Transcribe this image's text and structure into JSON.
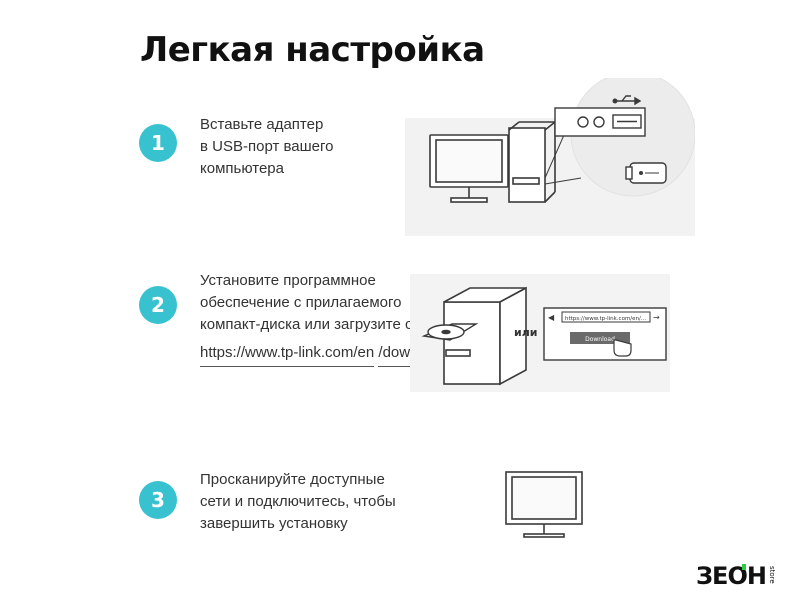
{
  "title": "Легкая настройка",
  "steps": [
    {
      "number": "1",
      "lines": [
        "Вставьте адаптер",
        "в USB-порт вашего",
        "компьютера"
      ]
    },
    {
      "number": "2",
      "lines": [
        "Установите программное",
        "обеспечение с прилагаемого",
        "компакт-диска или загрузите с"
      ],
      "links": [
        "https://www.tp-link.com/en",
        "/download-center.html"
      ],
      "or_label": "или",
      "browser_url": "https://www.tp-link.com/en/...",
      "download_label": "Download"
    },
    {
      "number": "3",
      "lines": [
        "Просканируйте доступные",
        "сети и подключитесь, чтобы",
        "завершить установку"
      ]
    }
  ],
  "logo": {
    "text": "ЗЕОН",
    "side_text": "store",
    "accent": "#2ecc40"
  },
  "colors": {
    "accent": "#38c2cf",
    "line": "#3a3a3a"
  }
}
